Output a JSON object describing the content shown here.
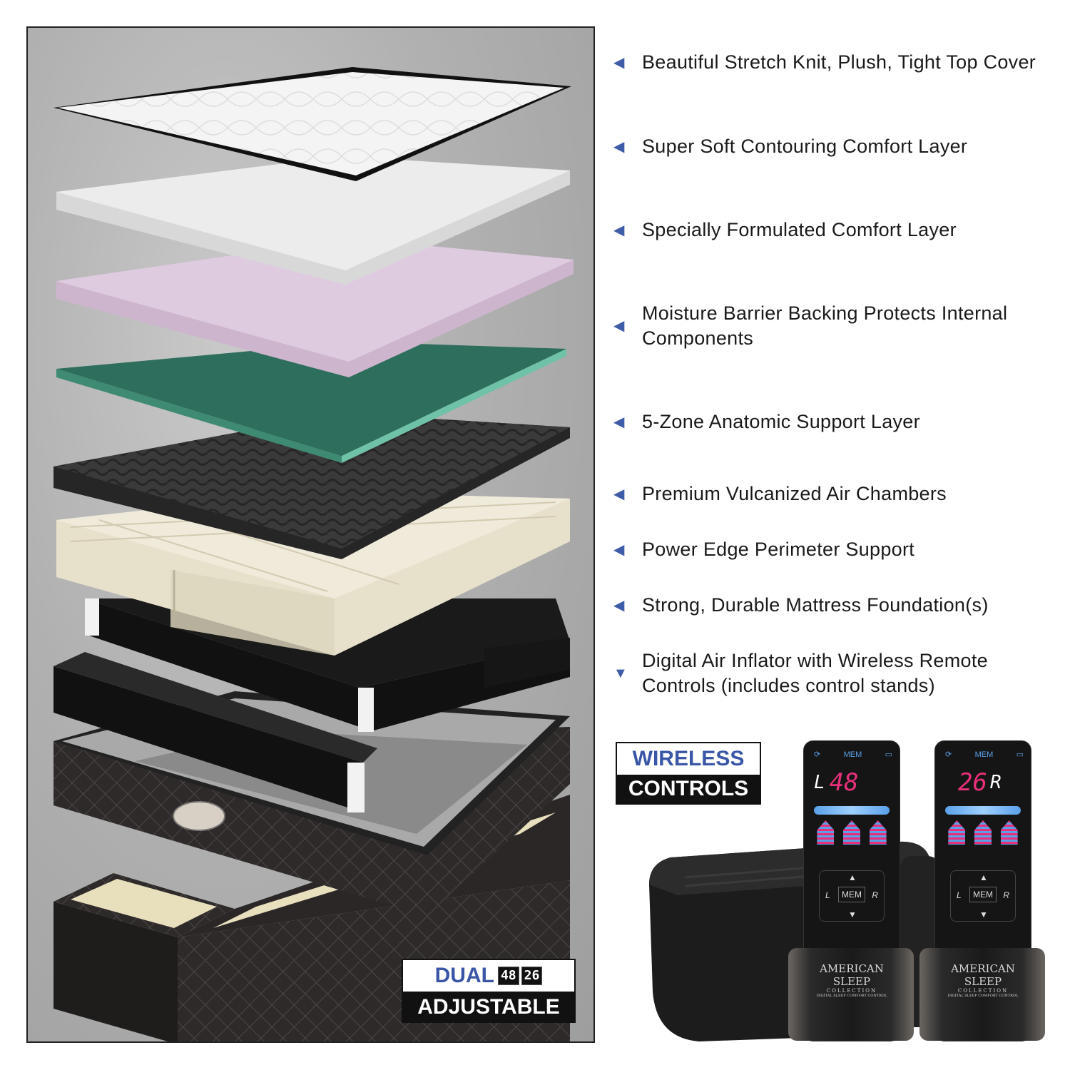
{
  "features": [
    {
      "text": "Beautiful Stretch Knit, Plush, Tight Top Cover",
      "arrow": "left"
    },
    {
      "text": "Super Soft Contouring Comfort Layer",
      "arrow": "left"
    },
    {
      "text": "Specially Formulated Comfort Layer",
      "arrow": "left"
    },
    {
      "text": "Moisture Barrier Backing Protects Internal Components",
      "arrow": "left"
    },
    {
      "text": "5-Zone Anatomic Support Layer",
      "arrow": "left"
    },
    {
      "text": "Premium Vulcanized Air Chambers",
      "arrow": "left"
    },
    {
      "text": "Power Edge Perimeter Support",
      "arrow": "left"
    },
    {
      "text": "Strong, Durable Mattress Foundation(s)",
      "arrow": "left"
    },
    {
      "text": "Digital Air Inflator with Wireless Remote Controls (includes control stands)",
      "arrow": "down"
    }
  ],
  "arrow_glyphs": {
    "left": "◀",
    "down": "▼"
  },
  "dual_badge": {
    "top": "DUAL",
    "bottom": "ADJUSTABLE",
    "digits": [
      "48",
      "26"
    ]
  },
  "wireless_badge": {
    "top": "WIRELESS",
    "bottom": "CONTROLS"
  },
  "remotes": [
    {
      "mem_label": "MEM",
      "side": "L",
      "value": "48",
      "button_mem": "MEM",
      "button_l": "L",
      "button_r": "R",
      "brand_line1": "AMERICAN",
      "brand_line2": "SLEEP",
      "brand_line3": "COLLECTION",
      "brand_line4": "DIGITAL SLEEP COMFORT CONTROL"
    },
    {
      "mem_label": "MEM",
      "side": "R",
      "value": "26",
      "button_mem": "MEM",
      "button_l": "L",
      "button_r": "R",
      "brand_line1": "AMERICAN",
      "brand_line2": "SLEEP",
      "brand_line3": "COLLECTION",
      "brand_line4": "DIGITAL SLEEP COMFORT CONTROL"
    }
  ],
  "colors": {
    "accent_blue": "#3a56a6",
    "display_pink": "#e8307a",
    "moisture_green": "#2e6e5d",
    "comfort_pink": "#dcc9dc"
  }
}
